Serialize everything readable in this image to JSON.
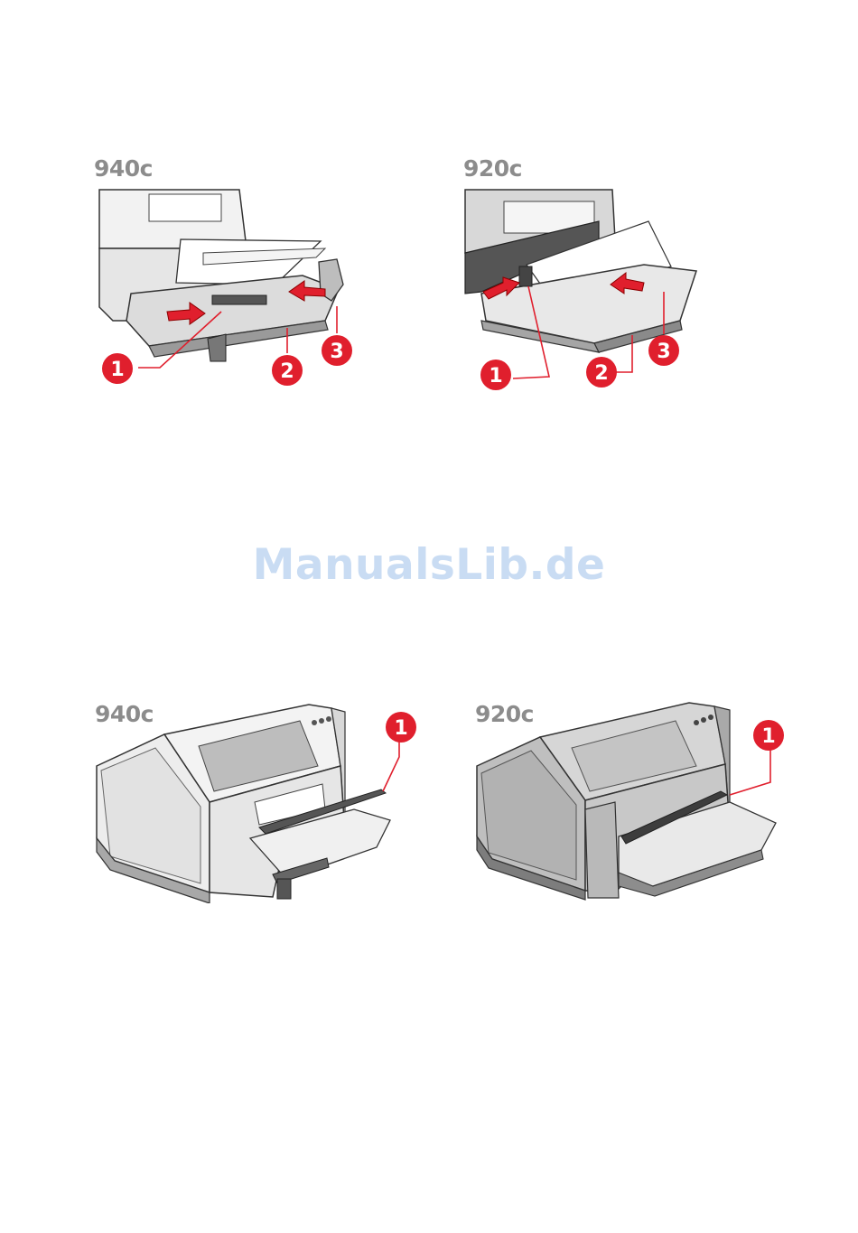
{
  "figures": [
    {
      "model": "940c",
      "callouts": [
        "1",
        "2",
        "3"
      ]
    },
    {
      "model": "920c",
      "callouts": [
        "1",
        "2",
        "3"
      ]
    },
    {
      "model": "940c",
      "callouts": [
        "1"
      ]
    },
    {
      "model": "920c",
      "callouts": [
        "1"
      ]
    }
  ],
  "watermark": "ManualsLib.de",
  "colors": {
    "callout": "#e01f2d",
    "label": "#8c8c8c",
    "watermark": "#c9dcf3"
  }
}
